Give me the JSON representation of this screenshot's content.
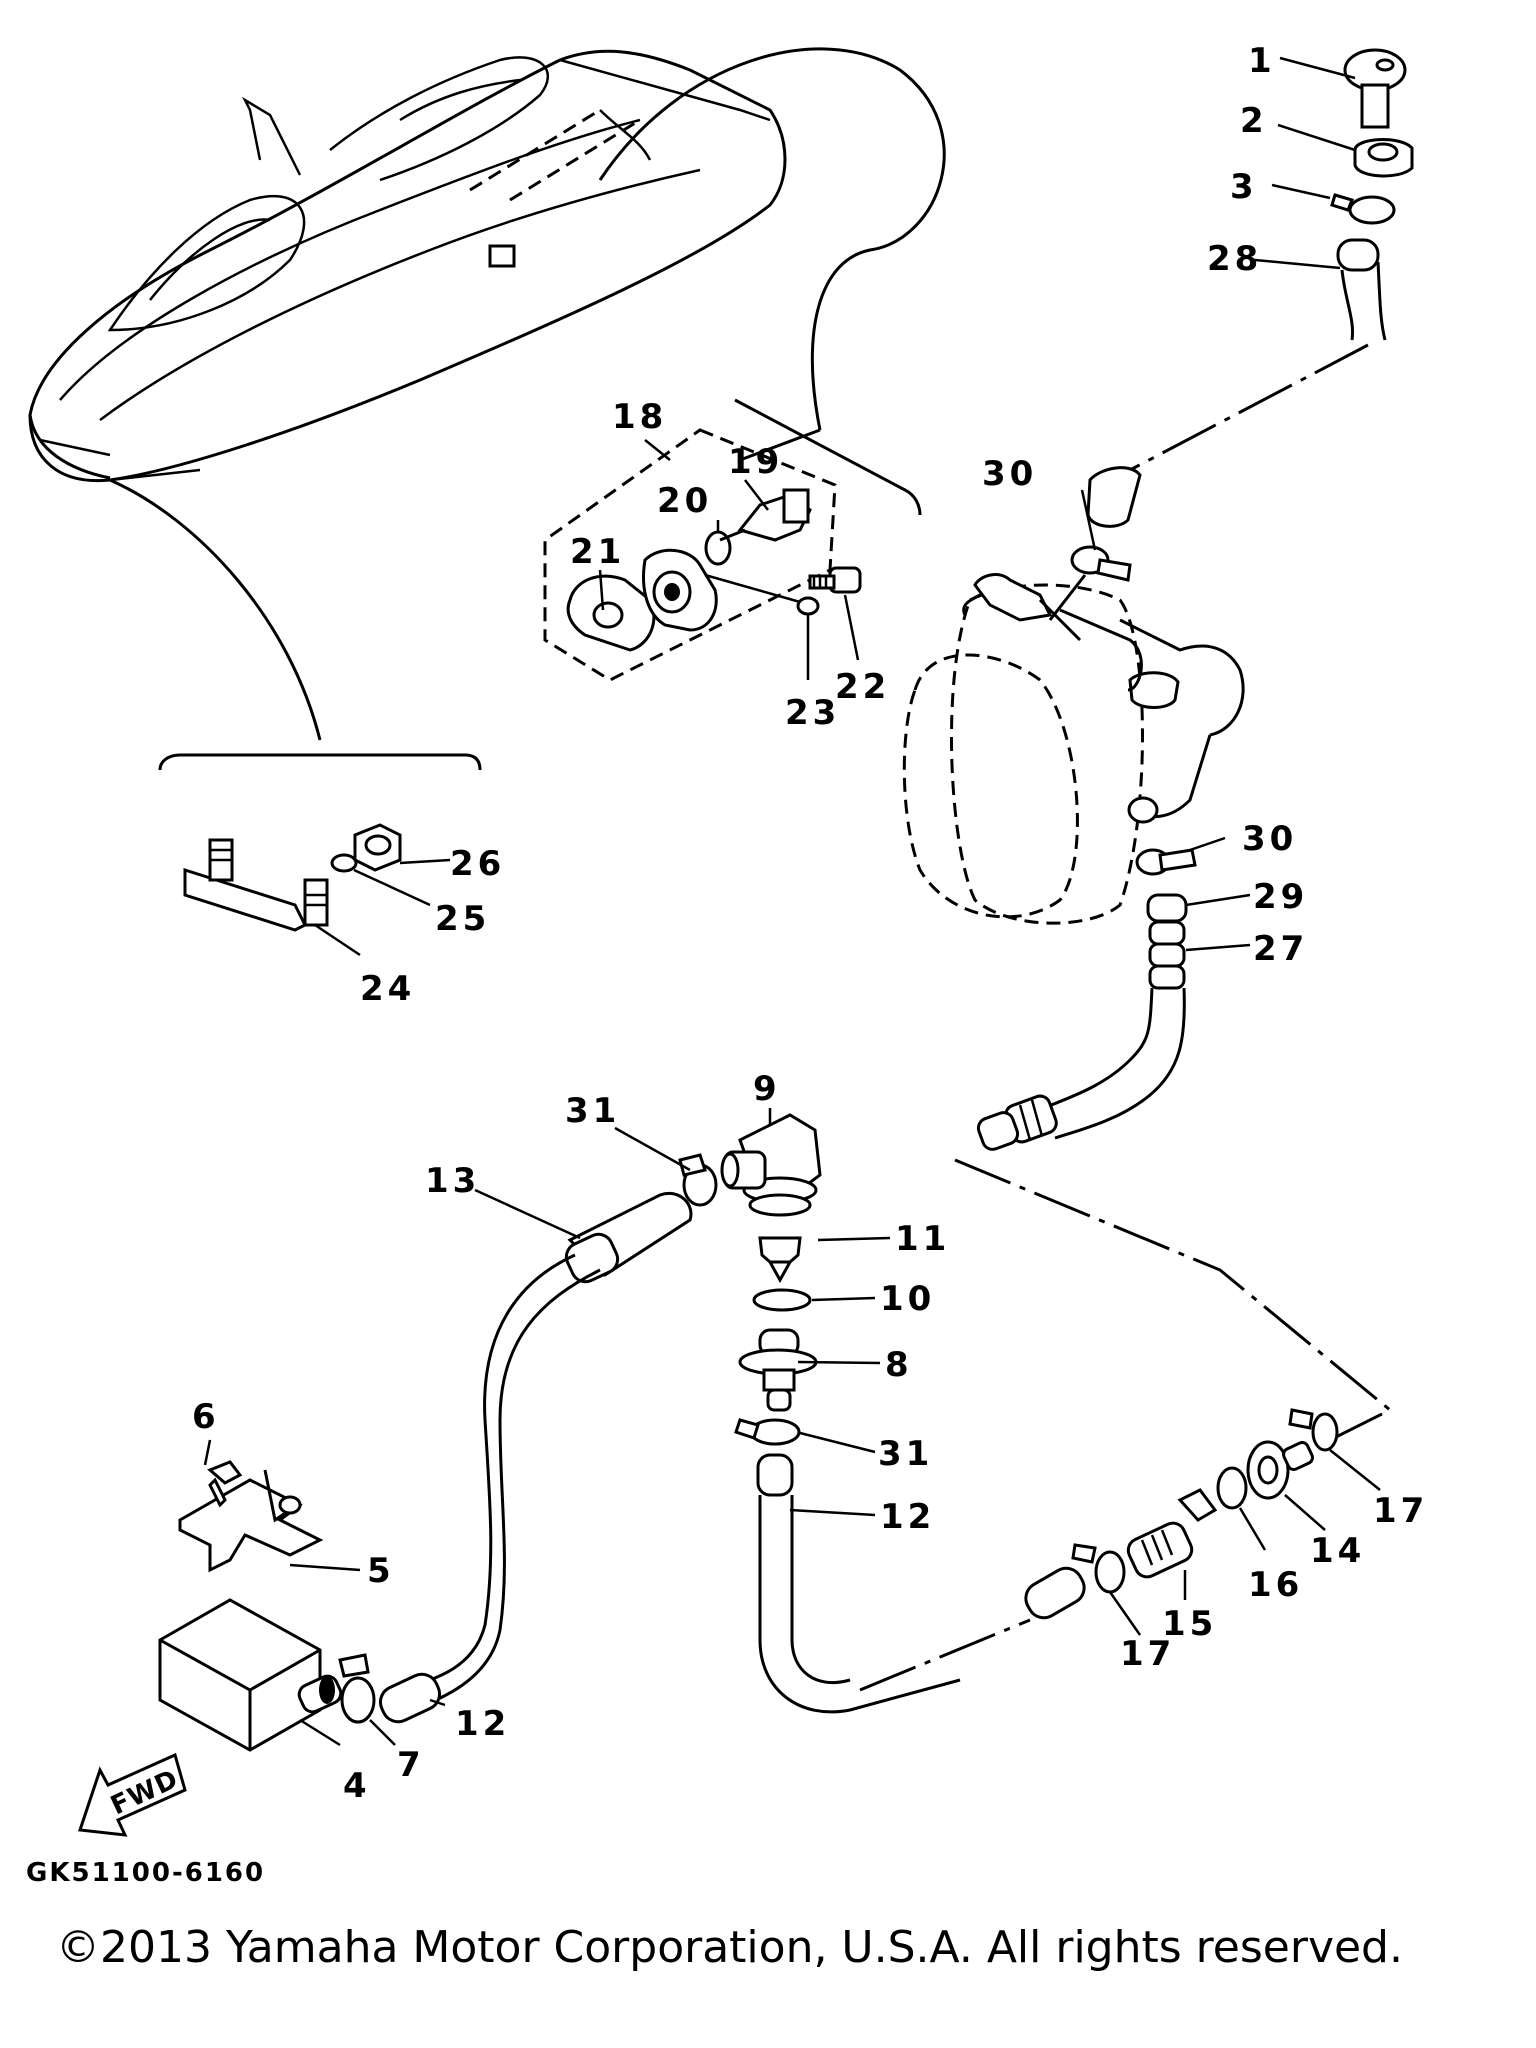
{
  "diagram_code": "GK51100-6160",
  "copyright": "©2013 Yamaha Motor Corporation, U.S.A. All rights reserved.",
  "fwd_label": "FWD",
  "callouts": [
    "1",
    "2",
    "3",
    "4",
    "5",
    "6",
    "7",
    "8",
    "9",
    "10",
    "11",
    "12",
    "12",
    "13",
    "14",
    "15",
    "16",
    "17",
    "17",
    "18",
    "19",
    "20",
    "21",
    "22",
    "23",
    "24",
    "25",
    "26",
    "27",
    "28",
    "29",
    "30",
    "30",
    "31",
    "31"
  ]
}
